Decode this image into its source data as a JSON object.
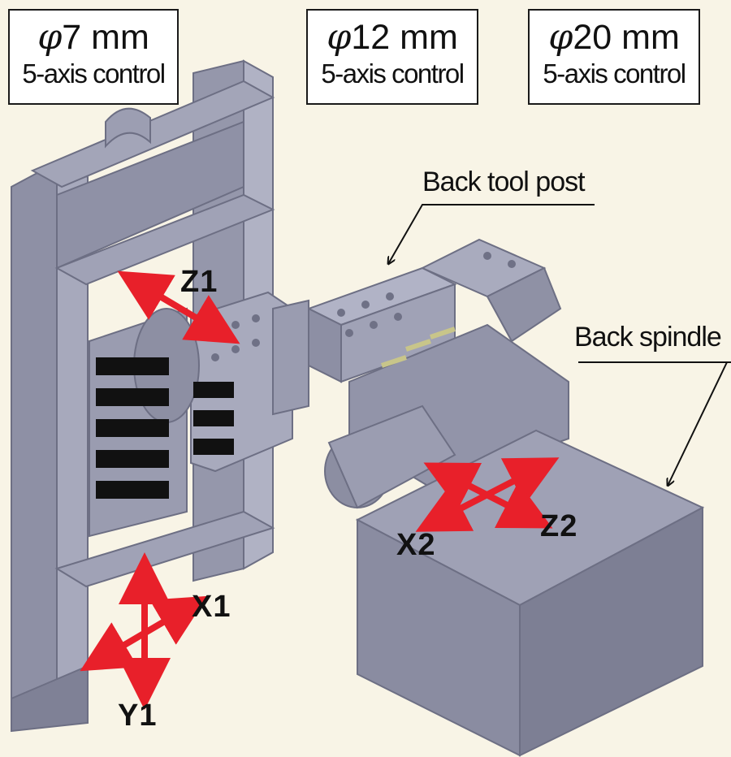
{
  "specs": [
    {
      "phi": "φ",
      "size": "7 mm",
      "control": "5-axis control"
    },
    {
      "phi": "φ",
      "size": "12 mm",
      "control": "5-axis control"
    },
    {
      "phi": "φ",
      "size": "20 mm",
      "control": "5-axis control"
    }
  ],
  "callouts": {
    "back_tool_post": "Back tool post",
    "back_spindle": "Back spindle"
  },
  "axes": {
    "z1": "Z1",
    "x1": "X1",
    "y1": "Y1",
    "x2": "X2",
    "z2": "Z2"
  },
  "colors": {
    "background": "#f8f4e6",
    "machine": "#8b8ea3",
    "axis_arrow": "#e8202a"
  }
}
